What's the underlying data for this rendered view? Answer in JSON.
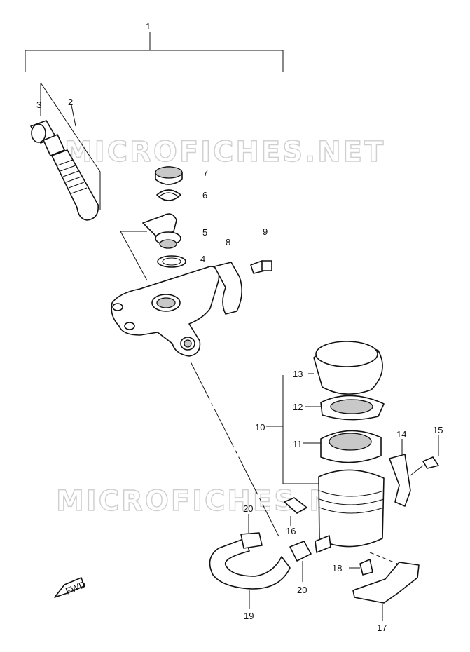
{
  "watermark": "MICROFICHES.NET",
  "fwd_label": "FWD",
  "callouts": [
    {
      "id": "1",
      "label": "1"
    },
    {
      "id": "2",
      "label": "2"
    },
    {
      "id": "3",
      "label": "3"
    },
    {
      "id": "4",
      "label": "4"
    },
    {
      "id": "5",
      "label": "5"
    },
    {
      "id": "6",
      "label": "6"
    },
    {
      "id": "7",
      "label": "7"
    },
    {
      "id": "8",
      "label": "8"
    },
    {
      "id": "9",
      "label": "9"
    },
    {
      "id": "10",
      "label": "10"
    },
    {
      "id": "11",
      "label": "11"
    },
    {
      "id": "12",
      "label": "12"
    },
    {
      "id": "13",
      "label": "13"
    },
    {
      "id": "14",
      "label": "14"
    },
    {
      "id": "15",
      "label": "15"
    },
    {
      "id": "16",
      "label": "16"
    },
    {
      "id": "17",
      "label": "17"
    },
    {
      "id": "18",
      "label": "18"
    },
    {
      "id": "19",
      "label": "19"
    },
    {
      "id": "20a",
      "label": "20"
    },
    {
      "id": "20b",
      "label": "20"
    }
  ]
}
